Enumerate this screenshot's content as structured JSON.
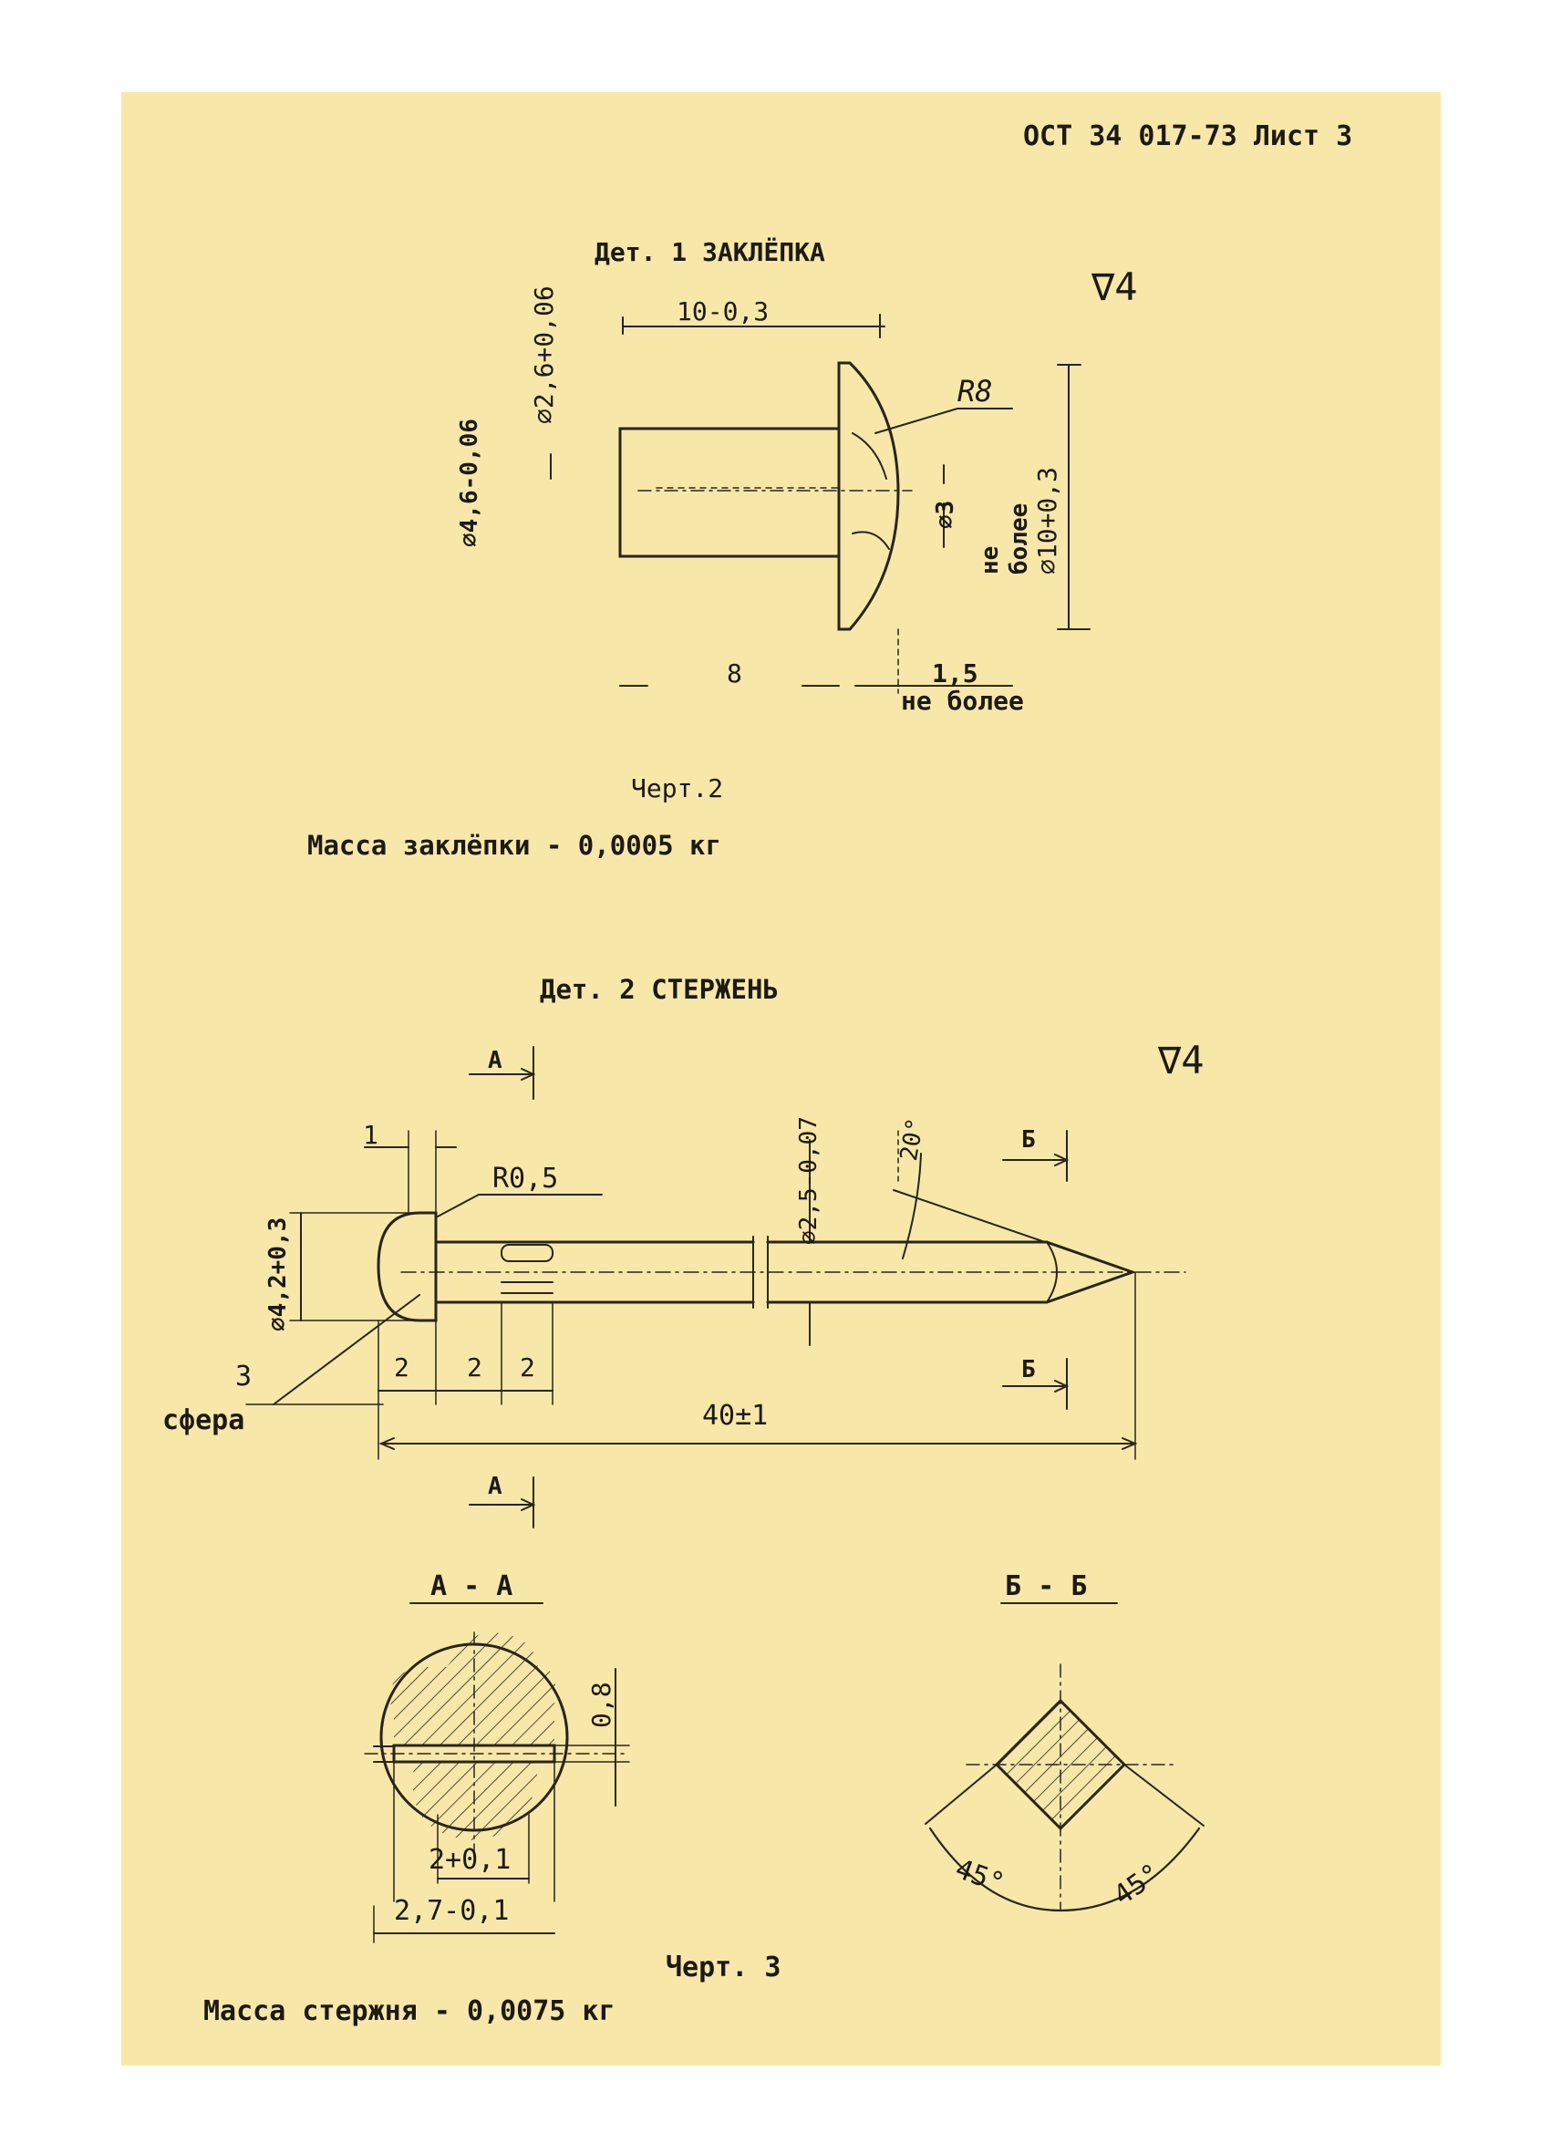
{
  "header": {
    "standard": "ОСТ 34 017-73 Лист 3"
  },
  "rivet": {
    "title": "Дет. 1  ЗАКЛЁПКА",
    "roughness": "∇4",
    "dims": {
      "length": "10-0,3",
      "bore": "⌀2,6+0,06",
      "shank_dia": "⌀4,6-0,06",
      "radius": "R8",
      "head_dia": "⌀10+0,3",
      "inner": "⌀3",
      "not_more": "не более",
      "shank_len": "8",
      "head_len": "1,5",
      "head_len_note": "не более"
    },
    "caption": "Черт.2",
    "mass": "Масса заклёпки - 0,0005 кг"
  },
  "rod": {
    "title": "Дет. 2  СТЕРЖЕНЬ",
    "roughness": "∇4",
    "labels": {
      "sec_a": "А",
      "sec_b": "Б",
      "dim_1": "1",
      "radius": "R0,5",
      "dia_head": "⌀4,2+0,3",
      "dia_rod": "⌀2,5-0,07",
      "angle": "20°",
      "callout_num": "3",
      "callout_text": "сфера",
      "seg_1": "2",
      "seg_2": "2",
      "seg_3": "2",
      "total": "40±1"
    }
  },
  "sections": {
    "aa": {
      "title": "А - А",
      "slot": "0,8",
      "width_1": "2+0,1",
      "width_2": "2,7-0,1"
    },
    "bb": {
      "title": "Б - Б",
      "angle_1": "45°",
      "angle_2": "45°"
    },
    "caption": "Черт. 3",
    "mass": "Масса стержня - 0,0075 кг"
  }
}
